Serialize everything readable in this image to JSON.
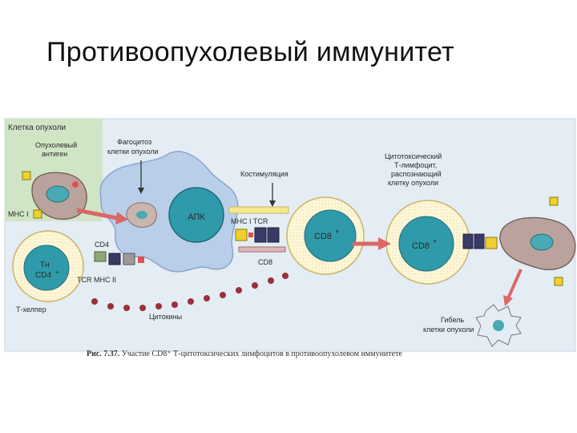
{
  "slide": {
    "title": "Противоопухолевый иммунитет"
  },
  "figure": {
    "labels": {
      "tumor_cell": "Клетка опухоли",
      "tumor_antigen_1": "Опухолевый",
      "tumor_antigen_2": "антиген",
      "mhc1_left": "MHC I",
      "phago_1": "Фагоцитоз",
      "phago_2": "клетки опухоли",
      "apk": "АПК",
      "costim": "Костимуляция",
      "mhc1_tcr": "MHC I  TCR",
      "cd8_mol": "CD8",
      "cd8_cell_1": "CD8",
      "cd8_cell_2": "CD8",
      "plus": "+",
      "ctl_1": "Цитотоксический",
      "ctl_2": "Т-лимфоцит,",
      "ctl_3": "распознающий",
      "ctl_4": "клетку опухоли",
      "cd4_mol": "CD4",
      "th_1": "Тн",
      "th_2": "CD4",
      "tcr_mhc2": "TCR  MHC II",
      "t_helper": "Т-хелпер",
      "cytokines": "Цитокины",
      "death_1": "Гибель",
      "death_2": "клетки опухоли"
    },
    "caption": {
      "prefix": "Рис. 7.37.",
      "text": "Участие CD8⁺ Т-цитотоксических лимфоцитов в противоопухолевом иммунитете"
    }
  }
}
